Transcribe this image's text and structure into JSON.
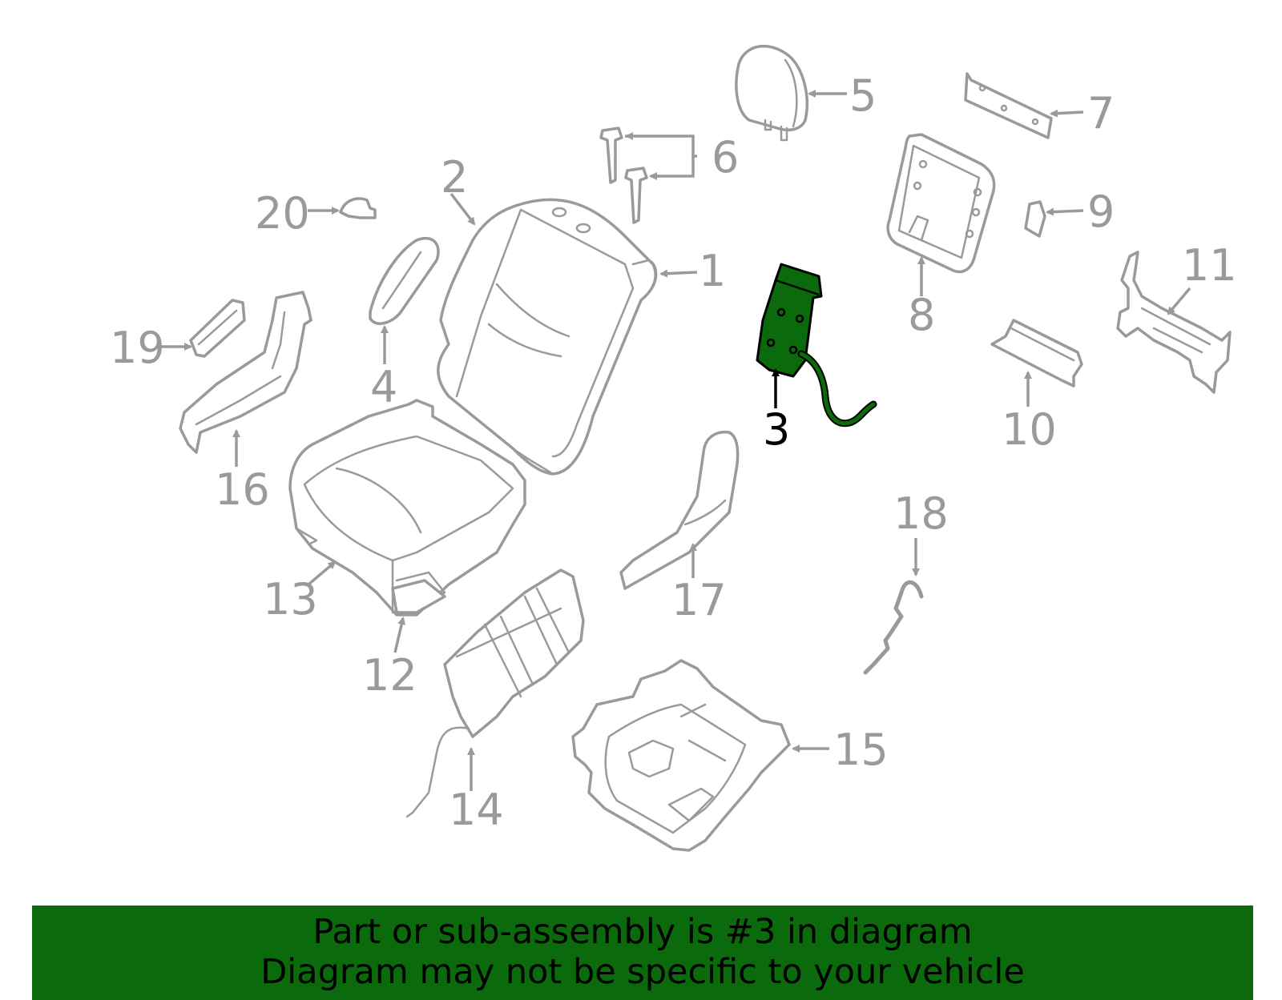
{
  "callouts": {
    "c1": "1",
    "c2": "2",
    "c3": "3",
    "c4": "4",
    "c5": "5",
    "c6": "6",
    "c7": "7",
    "c8": "8",
    "c9": "9",
    "c10": "10",
    "c11": "11",
    "c12": "12",
    "c13": "13",
    "c14": "14",
    "c15": "15",
    "c16": "16",
    "c17": "17",
    "c18": "18",
    "c19": "19",
    "c20": "20"
  },
  "highlight": {
    "part_number": "3",
    "color": "#0b6a0b"
  },
  "banner": {
    "line1": "Part or sub-assembly is #3 in diagram",
    "line2": "Diagram may not be specific to your vehicle",
    "color": "#0b6a0b"
  }
}
